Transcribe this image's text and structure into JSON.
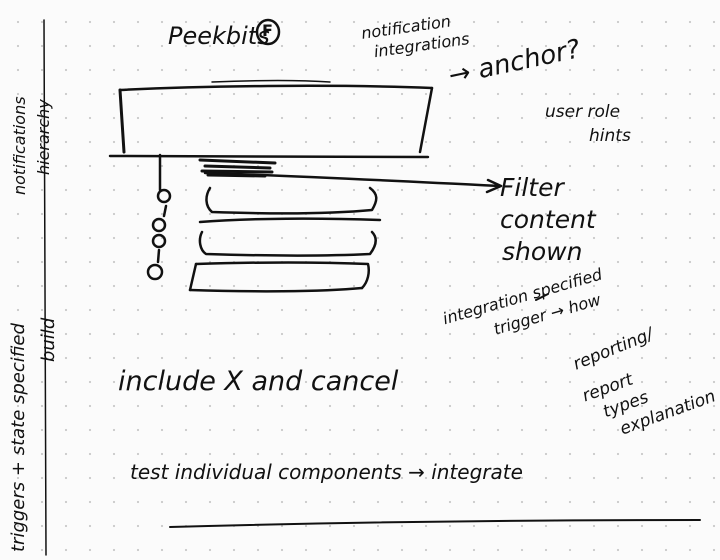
{
  "title": "Peekbits",
  "title_badge": "F",
  "notes": {
    "notification_integrations": [
      "notification",
      "integrations"
    ],
    "anchor": "→ anchor?",
    "user_role_hints": [
      "user role",
      "hints"
    ],
    "filter_content_shown": [
      "Filter",
      "content",
      "shown"
    ],
    "integration_specified": [
      "integration specified",
      "trigger → how"
    ],
    "reporting": [
      "reporting/",
      "report",
      "types",
      "explanation"
    ],
    "notifications_hierarchy": [
      "notifications",
      "hierarchy"
    ],
    "triggers_state_specified": [
      "triggers + state specified",
      "build"
    ],
    "include_x": "include X and cancel",
    "test_components": "test individual components → integrate"
  }
}
